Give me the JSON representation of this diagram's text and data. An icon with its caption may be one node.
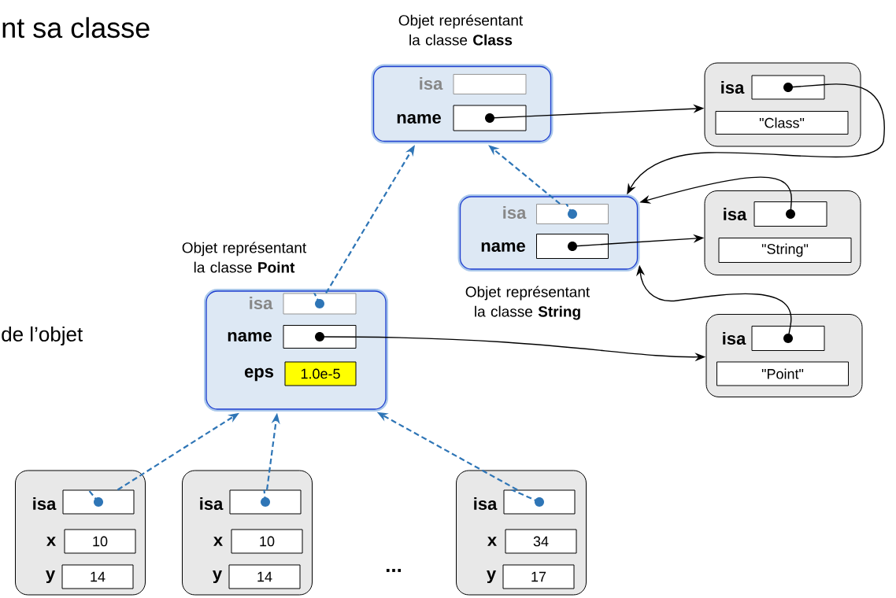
{
  "diagram": {
    "nodes": [
      {
        "text": [
          "Objet représentant la classe **Class**",
          "isa",
          "name"
        ]
      },
      {
        "text": [],
        "shape": "box",
        "in": 0
      },
      {
        "text": [],
        "shape": "box",
        "in": 0
      },
      {
        "text": [
          "isa"
        ]
      },
      {
        "text": [],
        "shape": "box",
        "in": 3
      },
      {
        "text": [
          "\"Class\""
        ],
        "in": 3
      },
      {
        "text": [
          "isa",
          "name",
          "Objet représentant la classe **String**"
        ]
      },
      {
        "text": [],
        "shape": "box",
        "in": 6
      },
      {
        "text": [],
        "shape": "box",
        "in": 6
      },
      {
        "text": [
          "isa"
        ]
      },
      {
        "text": [],
        "shape": "box",
        "in": 9
      },
      {
        "text": [
          "\"String\""
        ],
        "in": 9
      },
      {
        "text": [
          "Objet représentant la classe **Point**",
          "isa",
          "name",
          "eps"
        ]
      },
      {
        "text": [],
        "shape": "box",
        "in": 12
      },
      {
        "text": [],
        "shape": "box",
        "in": 12
      },
      {
        "text": [
          "1.0e-5"
        ],
        "in": 12
      },
      {
        "text": [
          "isa"
        ]
      },
      {
        "text": [],
        "shape": "box",
        "in": 16
      },
      {
        "text": [
          "\"Point\""
        ],
        "in": 16
      },
      {
        "text": [
          "isa",
          "x",
          "y"
        ]
      },
      {
        "text": [],
        "shape": "box",
        "in": 19
      },
      {
        "text": [
          "10"
        ],
        "in": 19
      },
      {
        "text": [
          "14"
        ],
        "in": 19
      },
      {
        "text": [
          "isa",
          "x",
          "y"
        ]
      },
      {
        "text": [],
        "shape": "box",
        "in": 23
      },
      {
        "text": [
          "10"
        ],
        "in": 23
      },
      {
        "text": [
          "14"
        ],
        "in": 23
      },
      {
        "text": [
          "isa",
          "x",
          "y"
        ]
      },
      {
        "text": [],
        "shape": "box",
        "in": 27
      },
      {
        "text": [
          "34"
        ],
        "in": 27
      },
      {
        "text": [
          "17"
        ],
        "in": 27
      }
    ],
    "edges": [
      {
        "from": 2,
        "to": 3,
        "arrow": "to"
      },
      {
        "from": 4,
        "to": 6,
        "arrow": "to"
      },
      {
        "from": 10,
        "to": 6,
        "arrow": "to"
      },
      {
        "from": 8,
        "to": 9,
        "arrow": "to"
      },
      {
        "from": 17,
        "to": 6,
        "arrow": "to"
      },
      {
        "from": 14,
        "to": 16,
        "arrow": "to"
      },
      {
        "from": 7,
        "to": 0,
        "arrow": "to",
        "style": "dashed",
        "color": "#2e75b6"
      },
      {
        "from": 13,
        "to": 0,
        "arrow": "to",
        "style": "dashed",
        "color": "#2e75b6"
      },
      {
        "from": 20,
        "to": 12,
        "arrow": "to",
        "style": "dashed",
        "color": "#2e75b6"
      },
      {
        "from": 24,
        "to": 12,
        "arrow": "to",
        "style": "dashed",
        "color": "#2e75b6"
      },
      {
        "from": 28,
        "to": 12,
        "arrow": "to",
        "style": "dashed",
        "color": "#2e75b6"
      }
    ],
    "labels": [
      "nt sa classe",
      "de l’objet",
      "..."
    ]
  }
}
